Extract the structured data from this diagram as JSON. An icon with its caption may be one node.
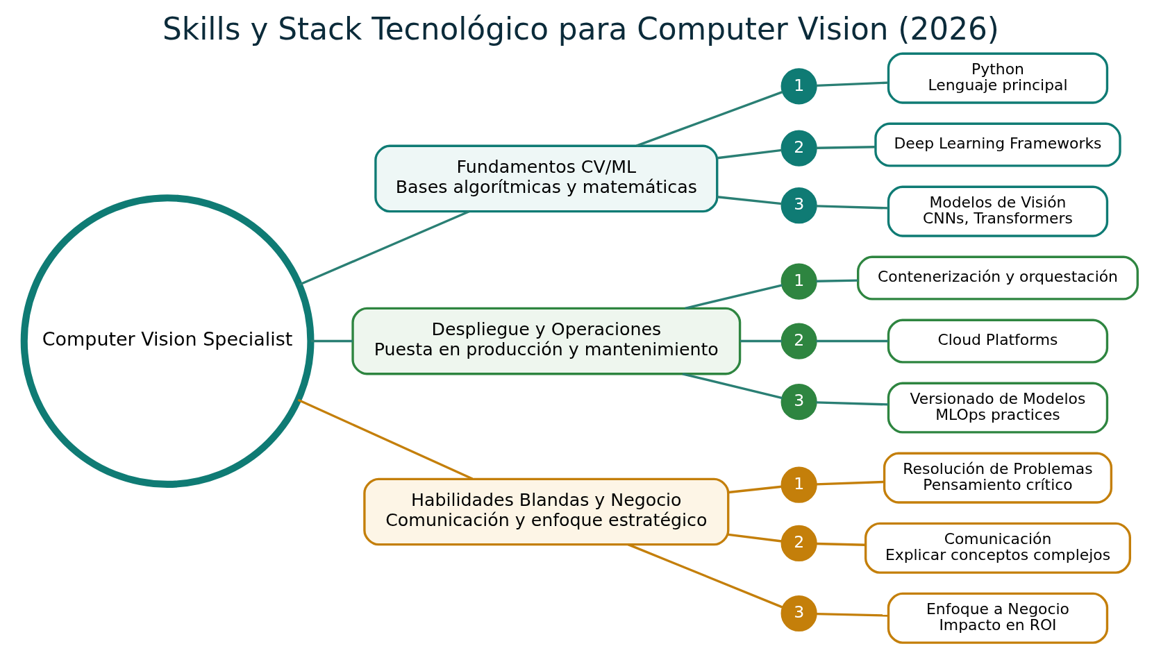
{
  "diagram": {
    "title": "Skills y Stack Tecnológico para Computer Vision (2026)",
    "nodes": [
      {
        "text": [
          "Computer Vision Specialist"
        ]
      },
      {
        "text": [
          "Fundamentos CV/ML",
          "Bases algorítmicas y matemáticas"
        ]
      },
      {
        "text": [
          "1"
        ]
      },
      {
        "text": [
          "Python",
          "Lenguaje principal"
        ]
      },
      {
        "text": [
          "2"
        ]
      },
      {
        "text": [
          "Deep Learning Frameworks"
        ]
      },
      {
        "text": [
          "3"
        ]
      },
      {
        "text": [
          "Modelos de Visión",
          "CNNs, Transformers"
        ]
      },
      {
        "text": [
          "Despliegue y Operaciones",
          "Puesta en producción y mantenimiento"
        ]
      },
      {
        "text": [
          "1"
        ]
      },
      {
        "text": [
          "Contenerización y orquestación"
        ]
      },
      {
        "text": [
          "2"
        ]
      },
      {
        "text": [
          "Cloud Platforms"
        ]
      },
      {
        "text": [
          "3"
        ]
      },
      {
        "text": [
          "Versionado de Modelos",
          "MLOps practices"
        ]
      },
      {
        "text": [
          "Habilidades Blandas y Negocio",
          "Comunicación y enfoque estratégico"
        ]
      },
      {
        "text": [
          "1"
        ]
      },
      {
        "text": [
          "Resolución de Problemas",
          "Pensamiento crítico"
        ]
      },
      {
        "text": [
          "2"
        ]
      },
      {
        "text": [
          "Comunicación",
          "Explicar conceptos complejos"
        ]
      },
      {
        "text": [
          "3"
        ]
      },
      {
        "text": [
          "Enfoque a Negocio",
          "Impacto en ROI"
        ]
      }
    ],
    "edges": [
      {
        "from": 0,
        "to": 1,
        "arrow": "none"
      },
      {
        "from": 0,
        "to": 8,
        "arrow": "none"
      },
      {
        "from": 0,
        "to": 15,
        "arrow": "none",
        "color": "#c47f0a"
      },
      {
        "from": 1,
        "to": 2,
        "arrow": "none"
      },
      {
        "from": 2,
        "to": 3,
        "arrow": "none"
      },
      {
        "from": 1,
        "to": 4,
        "arrow": "none"
      },
      {
        "from": 4,
        "to": 5,
        "arrow": "none"
      },
      {
        "from": 1,
        "to": 6,
        "arrow": "none"
      },
      {
        "from": 6,
        "to": 7,
        "arrow": "none"
      },
      {
        "from": 8,
        "to": 9,
        "arrow": "none"
      },
      {
        "from": 9,
        "to": 10,
        "arrow": "none"
      },
      {
        "from": 8,
        "to": 11,
        "arrow": "none"
      },
      {
        "from": 11,
        "to": 12,
        "arrow": "none"
      },
      {
        "from": 8,
        "to": 13,
        "arrow": "none"
      },
      {
        "from": 13,
        "to": 14,
        "arrow": "none"
      },
      {
        "from": 15,
        "to": 16,
        "arrow": "none",
        "color": "#c47f0a"
      },
      {
        "from": 16,
        "to": 17,
        "arrow": "none",
        "color": "#c47f0a"
      },
      {
        "from": 15,
        "to": 18,
        "arrow": "none",
        "color": "#c47f0a"
      },
      {
        "from": 18,
        "to": 19,
        "arrow": "none",
        "color": "#c47f0a"
      },
      {
        "from": 15,
        "to": 20,
        "arrow": "none",
        "color": "#c47f0a"
      },
      {
        "from": 20,
        "to": 21,
        "arrow": "none",
        "color": "#c47f0a"
      }
    ]
  }
}
